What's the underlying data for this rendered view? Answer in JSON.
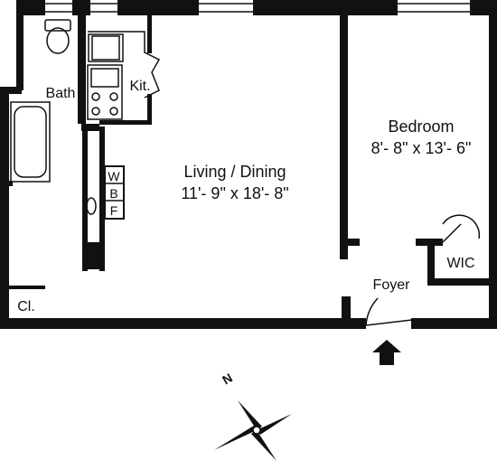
{
  "rooms": {
    "bath": "Bath",
    "kitchen": "Kit.",
    "living_name": "Living / Dining",
    "living_dims": "11'- 9\" x 18'- 8\"",
    "bedroom_name": "Bedroom",
    "bedroom_dims": "8'- 8\" x 13'- 6\"",
    "wic": "WIC",
    "foyer": "Foyer",
    "closet": "Cl.",
    "wbf": [
      "W",
      "B",
      "F"
    ]
  },
  "compass": {
    "north_label": "N"
  },
  "colors": {
    "wall": "#111111",
    "background": "#ffffff"
  }
}
